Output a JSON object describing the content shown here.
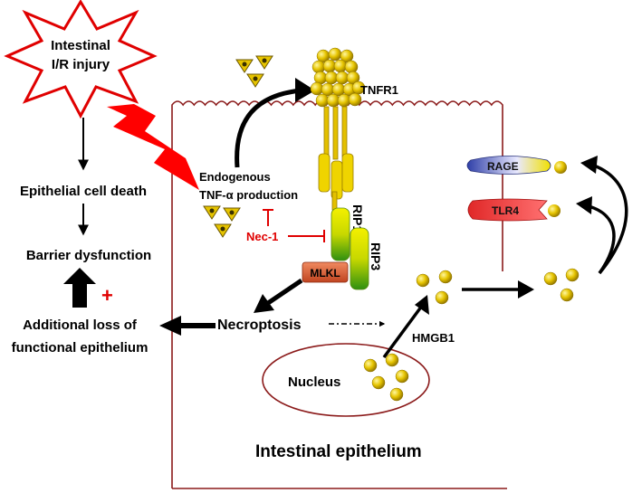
{
  "injury": {
    "line1": "Intestinal",
    "line2": "I/R injury"
  },
  "left_pathway": {
    "cell_death": "Epithelial cell death",
    "barrier": "Barrier dysfunction",
    "additional_line1": "Additional loss of",
    "additional_line2": "functional epithelium"
  },
  "receptor": "TNFR1",
  "tnf": {
    "line1": "Endogenous",
    "line2": "TNF-α production"
  },
  "inhibitor": "Nec-1",
  "rip1": "RIP1",
  "rip3": "RIP3",
  "mlkl": "MLKL",
  "necroptosis": "Necroptosis",
  "hmgb1": "HMGB1",
  "nucleus": "Nucleus",
  "rage": "RAGE",
  "tlr4": "TLR4",
  "epithelium": "Intestinal epithelium",
  "plus_sign": "+",
  "colors": {
    "gold": "#d8b800",
    "inhibit_red": "#e00000",
    "membrane": "#8b1a1a",
    "green": "#3a9a10",
    "mlkl": "#d9603a",
    "rage_blue": "#3347a8",
    "tlr4_red": "#e23030"
  }
}
